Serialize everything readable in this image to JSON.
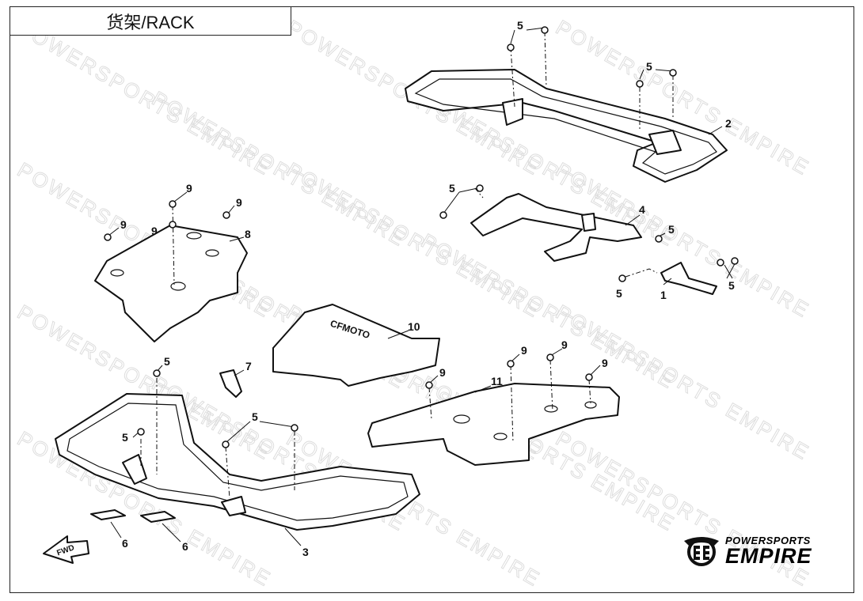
{
  "title": "货架/RACK",
  "watermark": "POWERSPORTS EMPIRE",
  "brand": {
    "line1": "POWERSPORTS",
    "line2": "EMPIRE"
  },
  "fwd_label": "FWD",
  "callouts": [
    "5",
    "5",
    "2",
    "5",
    "4",
    "5",
    "5",
    "1",
    "5",
    "9",
    "9",
    "9",
    "9",
    "8",
    "10",
    "7",
    "5",
    "5",
    "5",
    "9",
    "9",
    "9",
    "9",
    "11",
    "6",
    "6",
    "3"
  ],
  "emblem_text": "CFMOTO"
}
